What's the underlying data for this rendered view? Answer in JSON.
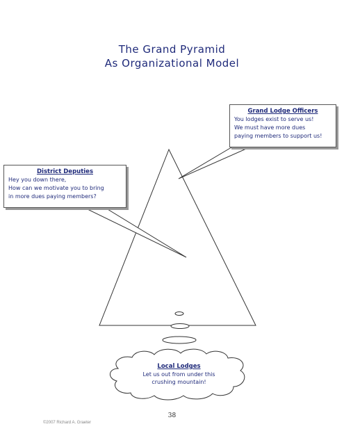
{
  "title": {
    "line1": "The Grand Pyramid",
    "line2": "As Organizational Model"
  },
  "grand_lodge": {
    "heading": "Grand Lodge Officers",
    "lines": [
      "You lodges exist to serve us!",
      "We must have more dues",
      "paying members to support us!"
    ]
  },
  "district": {
    "heading": "District Deputies",
    "lines": [
      "Hey you down there,",
      "How can we motivate you to bring",
      "in more dues paying members?"
    ]
  },
  "local": {
    "heading": "Local Lodges",
    "lines": [
      "Let us out from under this",
      "crushing mountain!"
    ]
  },
  "footer": {
    "page_number": "38",
    "copyright": "©2007 Richard A. Graeter"
  },
  "colors": {
    "text": "#1f2a7a",
    "line": "#333333"
  }
}
